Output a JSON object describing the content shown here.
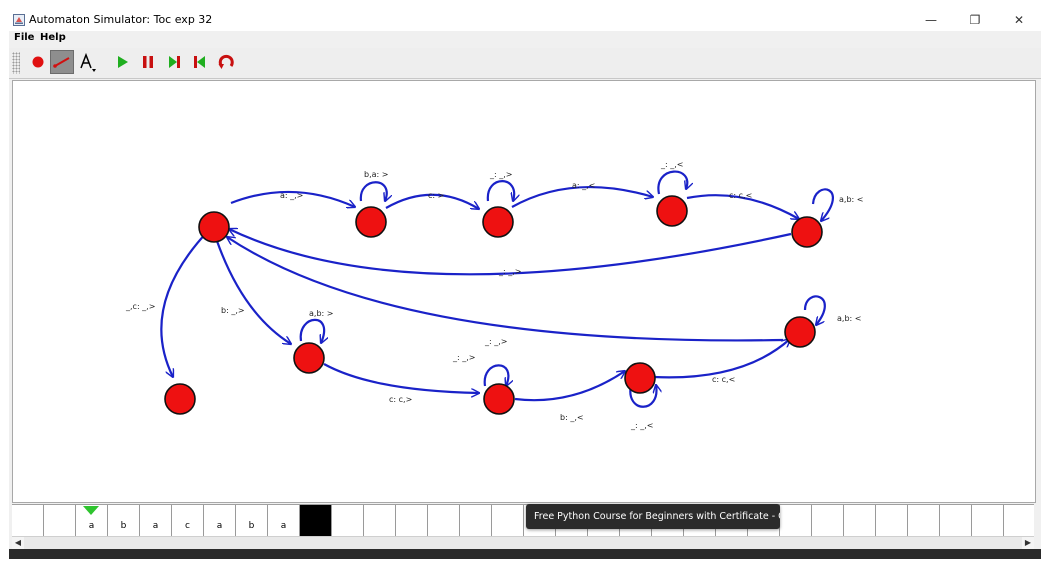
{
  "window": {
    "title": "Automaton Simulator: Toc exp 32",
    "controls": {
      "minimize": "—",
      "restore": "❐",
      "close": "✕"
    }
  },
  "menubar": {
    "items": [
      "File",
      "Help"
    ]
  },
  "toolbar": {
    "tools": [
      {
        "name": "add-state-tool",
        "icon": "red-dot-icon"
      },
      {
        "name": "add-transition-tool",
        "icon": "arrow-icon",
        "selected": true
      },
      {
        "name": "annotation-tool",
        "icon": "text-A-icon"
      },
      {
        "name": "run-button",
        "icon": "play-icon"
      },
      {
        "name": "pause-button",
        "icon": "pause-icon"
      },
      {
        "name": "step-forward-button",
        "icon": "step-forward-icon"
      },
      {
        "name": "step-back-button",
        "icon": "step-back-icon"
      },
      {
        "name": "reset-button",
        "icon": "reset-icon"
      }
    ]
  },
  "diagram": {
    "transitions": [
      {
        "id": "t01",
        "label": "a: _,>"
      },
      {
        "id": "t02",
        "label": "b,a: >"
      },
      {
        "id": "t03",
        "label": "c: >"
      },
      {
        "id": "t04",
        "label": "_: _,>"
      },
      {
        "id": "t05",
        "label": "a: _,<"
      },
      {
        "id": "t06",
        "label": "_: _,<"
      },
      {
        "id": "t07",
        "label": "c: c,<"
      },
      {
        "id": "t08",
        "label": "a,b: <"
      },
      {
        "id": "t09",
        "label": "_: _,>"
      },
      {
        "id": "t10",
        "label": "_,c: _,>"
      },
      {
        "id": "t11",
        "label": "b: _,>"
      },
      {
        "id": "t12",
        "label": "a,b: >"
      },
      {
        "id": "t13",
        "label": "_: _,>"
      },
      {
        "id": "t14",
        "label": "a,b: <"
      },
      {
        "id": "t15",
        "label": "_: _,>"
      },
      {
        "id": "t16",
        "label": "c: c,>"
      },
      {
        "id": "t17",
        "label": "b: _,<"
      },
      {
        "id": "t18",
        "label": "c: c,<"
      },
      {
        "id": "t19",
        "label": "_: _,<"
      }
    ],
    "colors": {
      "state_fill": "#ee1111",
      "edge": "#1a22c8"
    }
  },
  "tape": {
    "symbols": [
      "",
      "",
      "a",
      "b",
      "a",
      "c",
      "a",
      "b",
      "a",
      "",
      "",
      "",
      "",
      "",
      "",
      "",
      "",
      "",
      "",
      "",
      "",
      "",
      "",
      "",
      "",
      "",
      "",
      "",
      "",
      "",
      "",
      "",
      ""
    ],
    "head_index": 2,
    "highlighted_index": 9,
    "head_color": "#2fc42f"
  },
  "tooltip": {
    "text": "Free Python Course for Beginners with Certificate - Grea"
  }
}
